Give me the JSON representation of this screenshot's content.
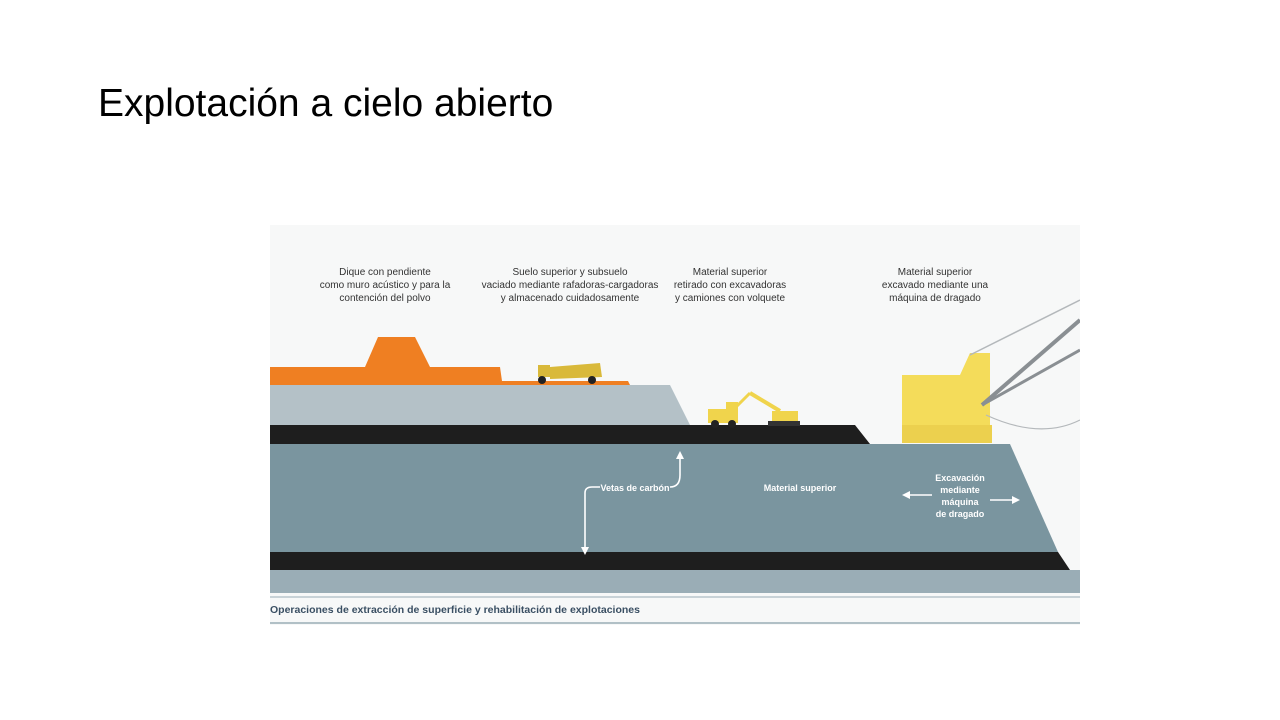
{
  "slide": {
    "title": "Explotación a cielo abierto"
  },
  "diagram": {
    "labels": {
      "dike": [
        "Dique con pendiente",
        "como muro acústico y para la",
        "contención del polvo"
      ],
      "topsoil": [
        "Suelo superior y subsuelo",
        "vaciado mediante rafadoras-cargadoras",
        "y almacenado cuidadosamente"
      ],
      "removed": [
        "Material superior",
        "retirado con excavadoras",
        "y camiones con volquete"
      ],
      "dragline": [
        "Material superior",
        "excavado mediante una",
        "máquina de dragado"
      ]
    },
    "annotations": {
      "coal_seams": "Vetas de carbón",
      "overburden": "Material superior",
      "excavation": [
        "Excavación",
        "mediante",
        "máquina",
        "de dragado"
      ]
    },
    "caption": "Operaciones de extracción de superficie y rehabilitación de explotaciones",
    "colors": {
      "orange": "#ef7f22",
      "light_gray": "#b4c1c7",
      "coal": "#1e1e1e",
      "overburden": "#7a959f",
      "base": "#9aadb6",
      "machine_yellow": "#f4dc5a"
    }
  }
}
